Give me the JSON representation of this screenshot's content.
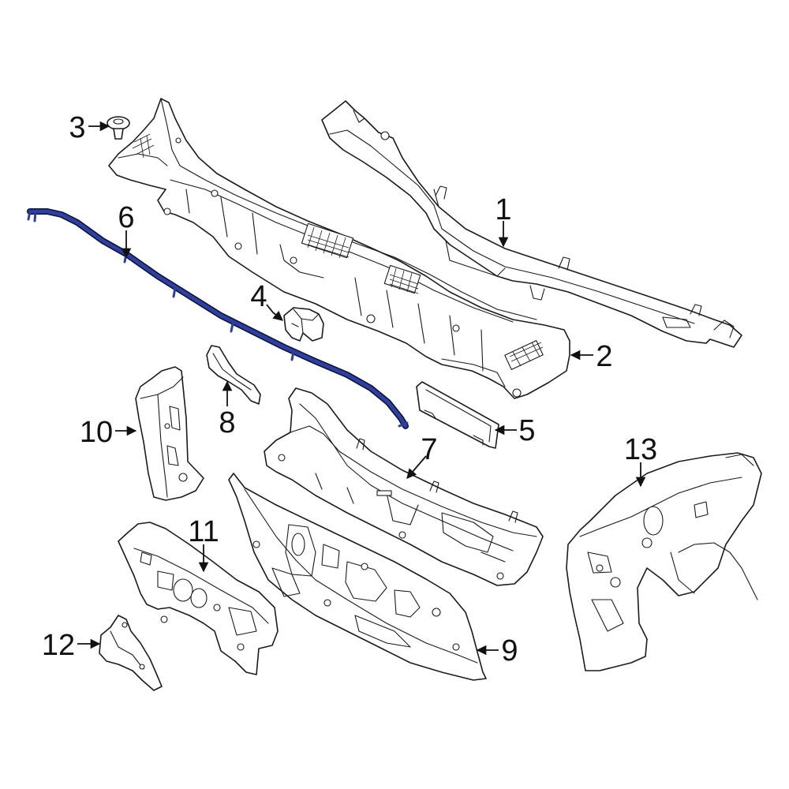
{
  "callouts": [
    {
      "id": "1",
      "text": "1"
    },
    {
      "id": "2",
      "text": "2"
    },
    {
      "id": "3",
      "text": "3"
    },
    {
      "id": "4",
      "text": "4"
    },
    {
      "id": "5",
      "text": "5"
    },
    {
      "id": "6",
      "text": "6"
    },
    {
      "id": "7",
      "text": "7"
    },
    {
      "id": "8",
      "text": "8"
    },
    {
      "id": "9",
      "text": "9"
    },
    {
      "id": "10",
      "text": "10"
    },
    {
      "id": "11",
      "text": "11"
    },
    {
      "id": "12",
      "text": "12"
    },
    {
      "id": "13",
      "text": "13"
    }
  ],
  "colors": {
    "highlight": "#2e3f9c",
    "line": "#1b1b1b",
    "background": "#ffffff"
  }
}
